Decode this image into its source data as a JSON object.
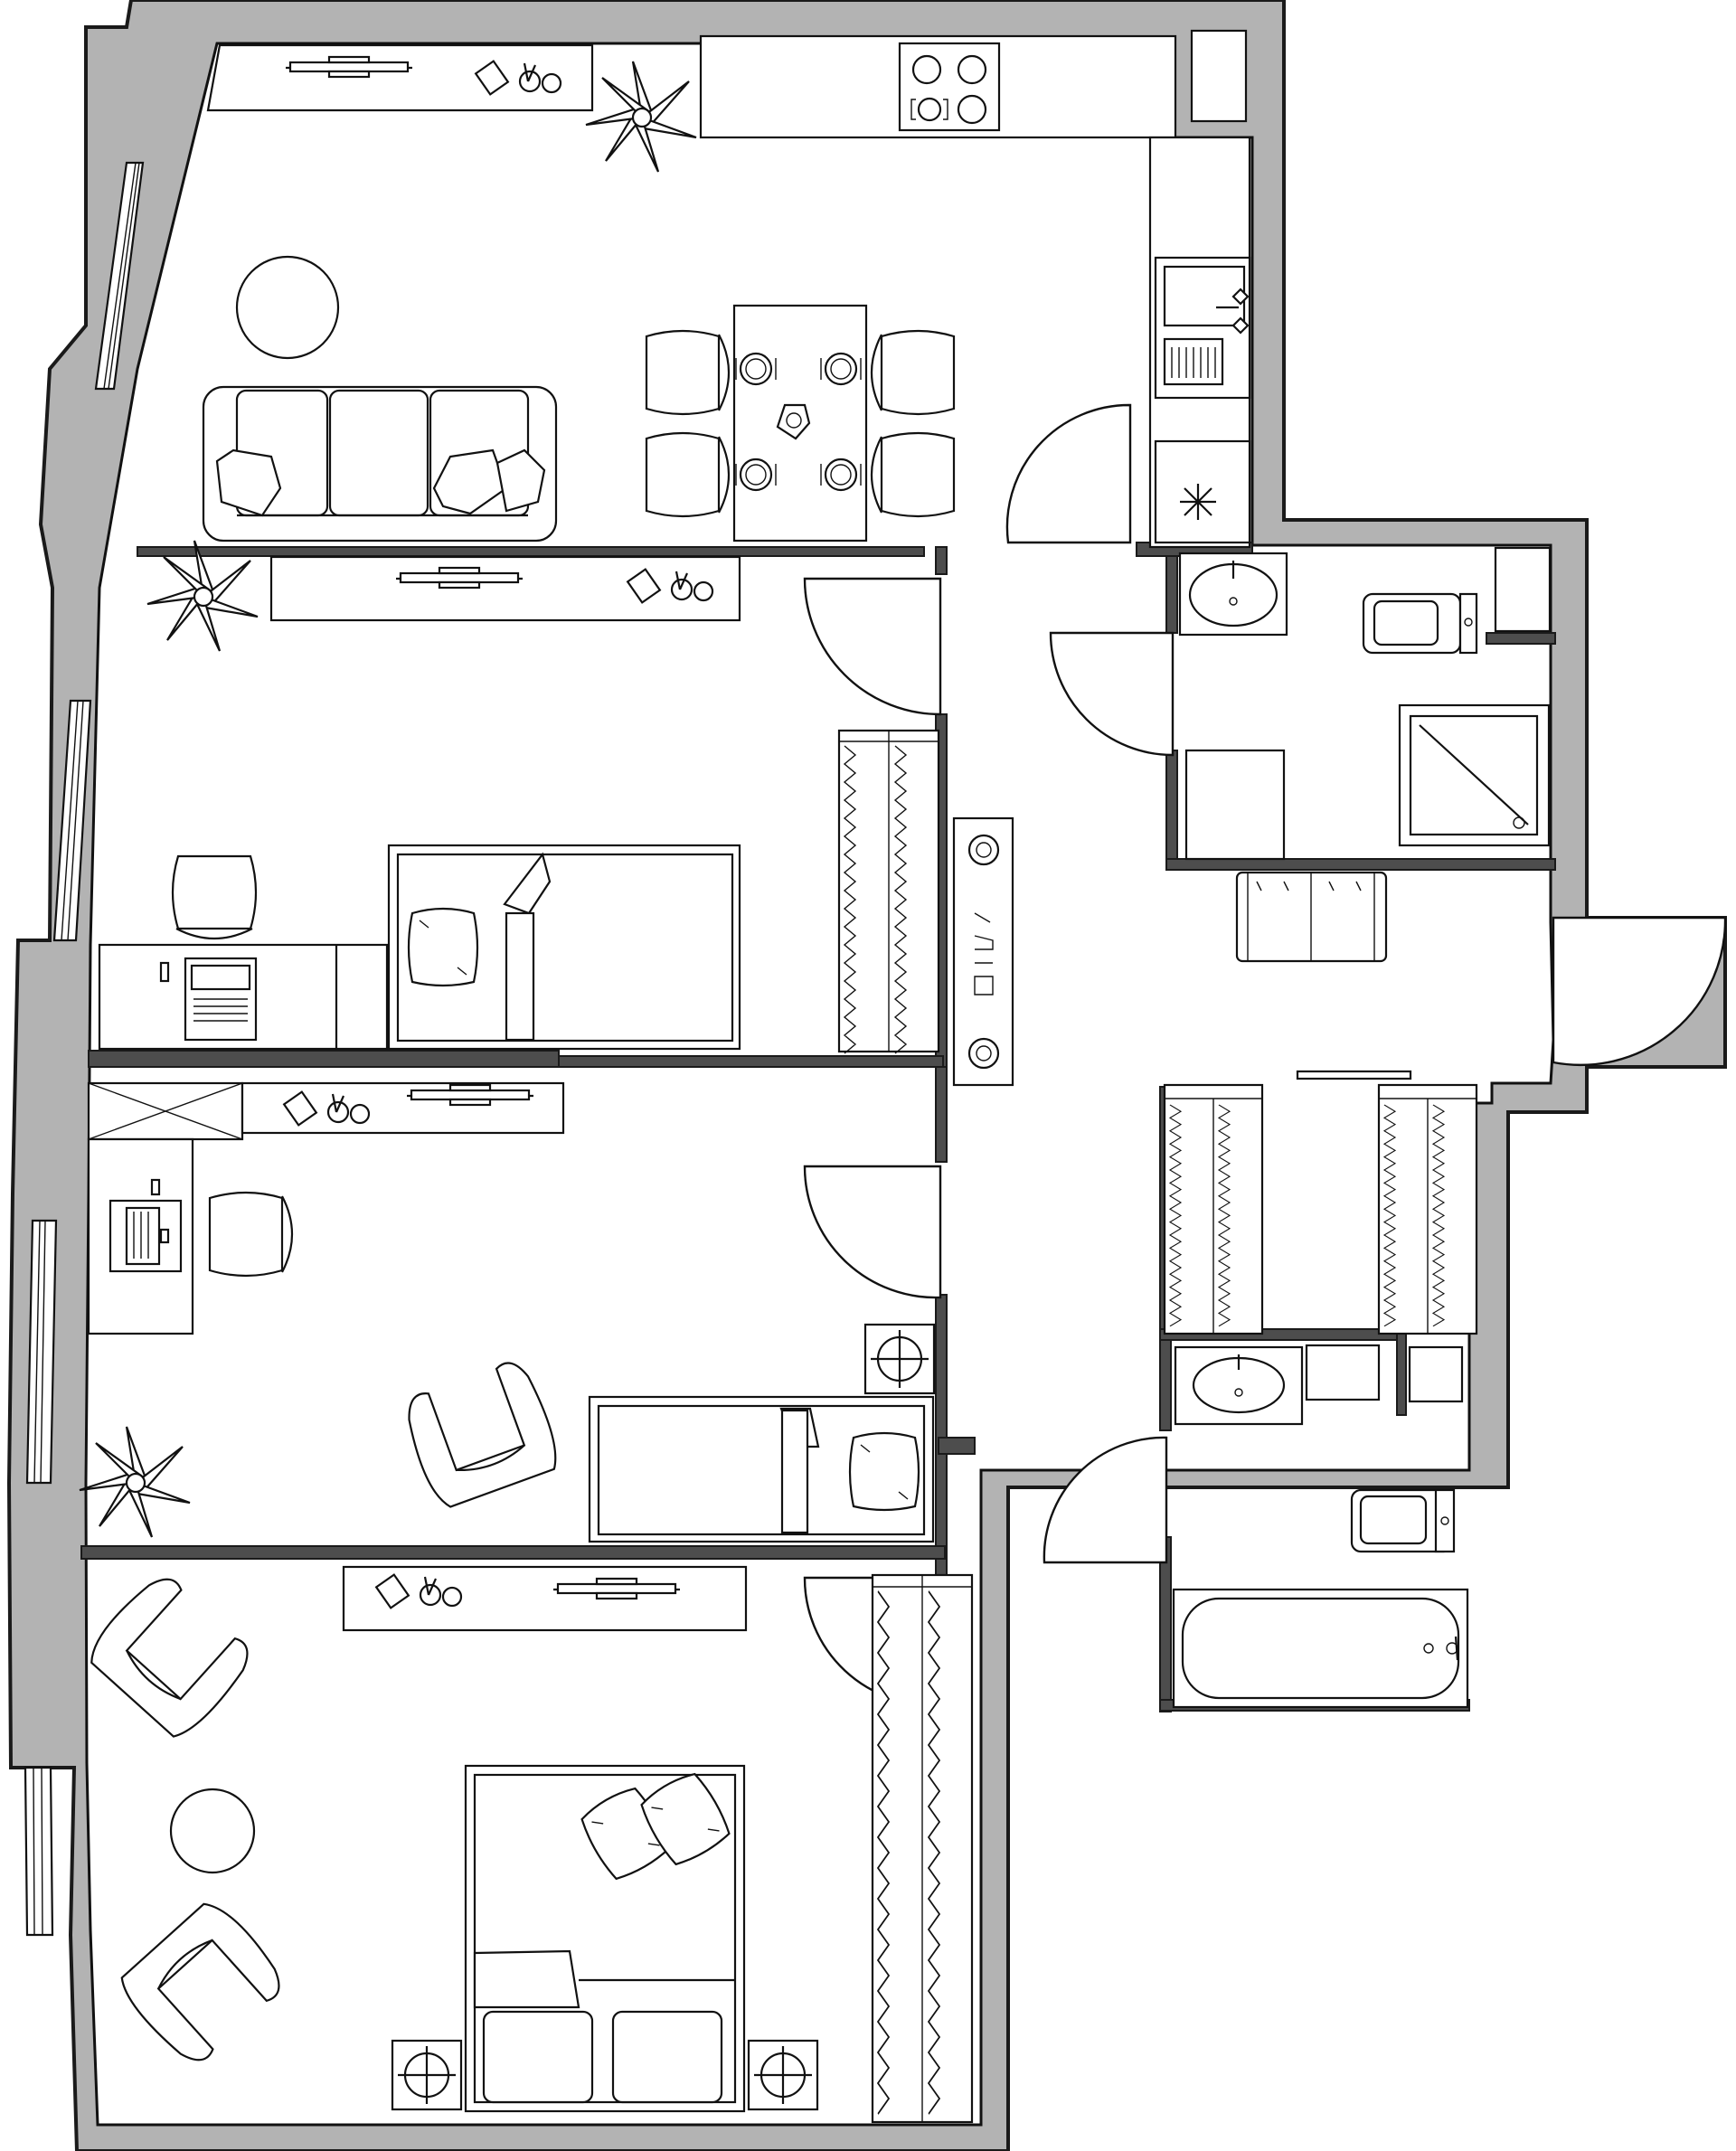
{
  "plan": {
    "colors": {
      "background": "#ffffff",
      "wall_fill": "#b3b3b3",
      "partition_fill": "#4d4d4d",
      "line": "#111111"
    },
    "rooms": [
      "kitchen-living",
      "bedroom-1",
      "bedroom-2",
      "master-bedroom",
      "hallway",
      "bathroom-1",
      "bathroom-2",
      "wardrobe"
    ],
    "icons": [
      "sofa-icon",
      "round-table-icon",
      "dining-table-icon",
      "chair-icon",
      "plant-icon",
      "tv-unit-icon",
      "cooktop-icon",
      "sink-icon",
      "bed-icon",
      "wardrobe-icon",
      "desk-icon",
      "laptop-icon",
      "armchair-icon",
      "toilet-icon",
      "shower-icon",
      "bathtub-icon",
      "washbasin-icon",
      "nightstand-icon",
      "washing-machine-icon"
    ]
  }
}
